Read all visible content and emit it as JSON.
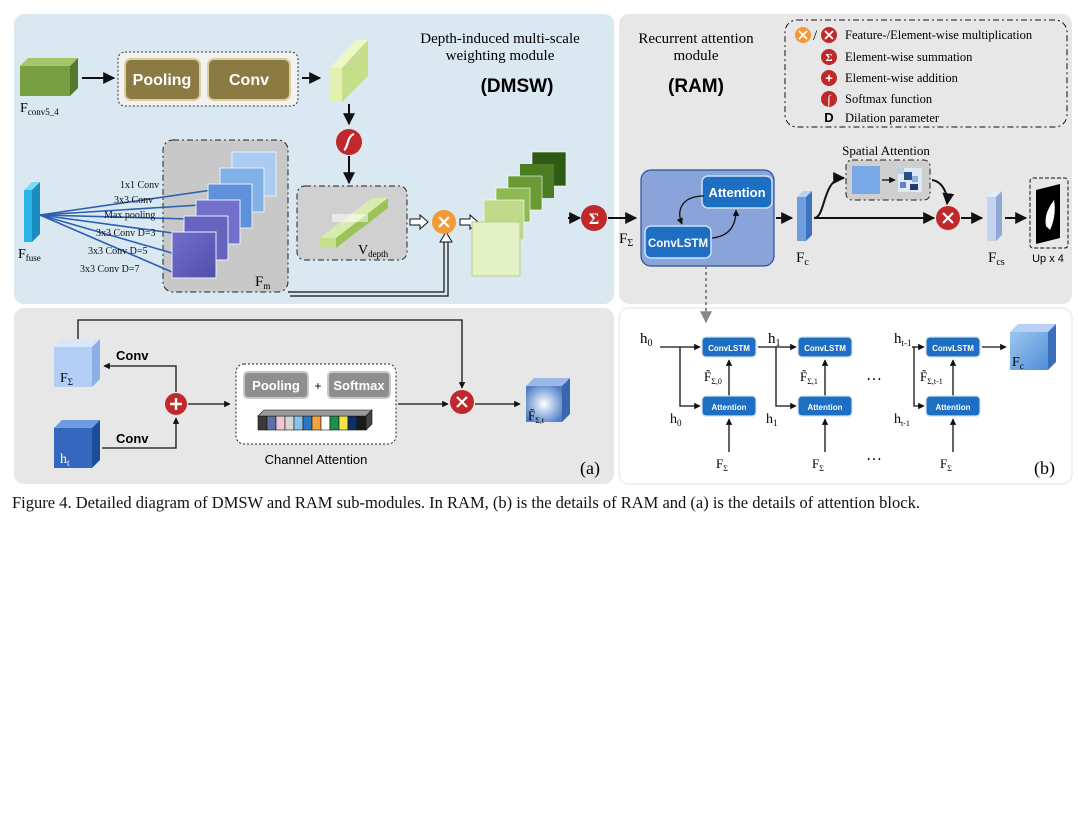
{
  "dmsw": {
    "title_line1": "Depth-induced multi-scale",
    "title_line2": "weighting module",
    "abbr": "(DMSW)",
    "input_conv": "F",
    "input_conv_sub": "conv5_4",
    "pooling": "Pooling",
    "conv": "Conv",
    "input_fuse": "F",
    "input_fuse_sub": "fuse",
    "branches": [
      "1x1 Conv",
      "3x3 Conv",
      "Max pooling",
      "3x3 Conv D=3",
      "3x3 Conv D=5",
      "3x3 Conv D=7"
    ],
    "fm": "F",
    "fm_sub": "m",
    "vdepth": "V",
    "vdepth_sub": "depth"
  },
  "ram": {
    "title_line1": "Recurrent attention",
    "title_line2": "module",
    "abbr": "(RAM)",
    "f_sigma": "F",
    "f_sigma_sub": "Σ",
    "attention": "Attention",
    "convlstm": "ConvLSTM",
    "fc": "F",
    "fc_sub": "c",
    "fcs": "F",
    "fcs_sub": "cs",
    "spatial_attention": "Spatial Attention",
    "upsample": "Up x 4"
  },
  "legend": {
    "items": [
      {
        "symbol": "/",
        "text": "Feature-/Element-wise multiplication"
      },
      {
        "symbol": "Σ",
        "text": "Element-wise summation"
      },
      {
        "symbol": "+",
        "text": "Element-wise addition"
      },
      {
        "symbol": "∫",
        "text": "Softmax function"
      },
      {
        "symbol": "D",
        "text": "Dilation parameter"
      }
    ]
  },
  "panel_a": {
    "f_sigma": "F",
    "f_sigma_sub": "Σ",
    "ht": "h",
    "ht_sub": "t",
    "conv_top": "Conv",
    "conv_bottom": "Conv",
    "pooling": "Pooling",
    "plus": "+",
    "softmax": "Softmax",
    "channel_attention": "Channel Attention",
    "output": "F̃",
    "output_sub": "Σ,t",
    "label": "(a)"
  },
  "panel_b": {
    "convlstm": "ConvLSTM",
    "attention": "Attention",
    "h0": "h",
    "h0_sub": "0",
    "h1": "h",
    "h1_sub": "1",
    "ht1": "h",
    "ht1_sub": "t-1",
    "ft0": "F̃",
    "ft0_sub": "Σ,0",
    "ft1": "F̃",
    "ft1_sub": "Σ,1",
    "ftt1": "F̃",
    "ftt1_sub": "Σ,t-1",
    "f_sigma": "F",
    "f_sigma_sub": "Σ",
    "fc": "F",
    "fc_sub": "c",
    "ellipsis": "…",
    "label": "(b)"
  },
  "caption": "Figure 4. Detailed diagram of DMSW and RAM sub-modules. In RAM, (b) is the details of RAM and (a) is the details of attention block."
}
